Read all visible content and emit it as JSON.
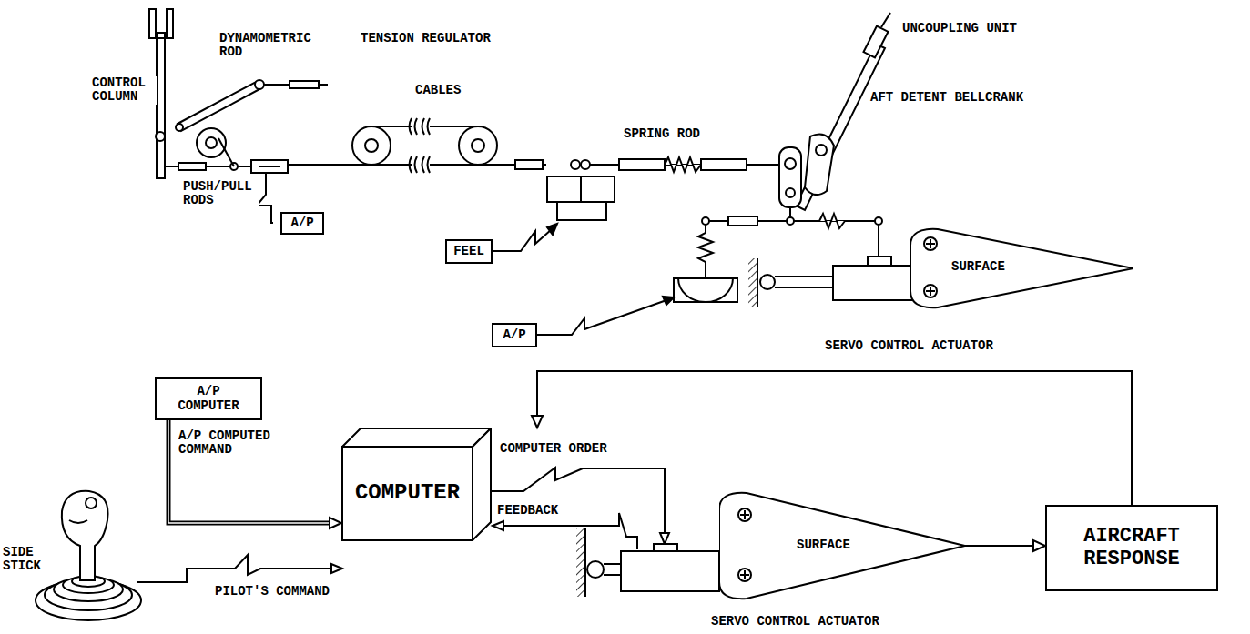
{
  "diagram": {
    "nodes": [
      {
        "text": [
          "A/P"
        ]
      },
      {
        "text": [
          "FEEL"
        ]
      },
      {
        "text": [
          "SURFACE"
        ]
      },
      {
        "text": [
          "A/P"
        ]
      },
      {
        "text": [
          "A/P COMPUTER"
        ]
      },
      {
        "text": [
          "COMPUTER"
        ]
      },
      {
        "text": [
          "SURFACE"
        ]
      },
      {
        "text": [
          "AIRCRAFT RESPONSE"
        ]
      }
    ],
    "edges": [
      {
        "from": 4,
        "to": 5,
        "label": "A/P COMPUTED COMMAND",
        "arrow": "to"
      },
      {
        "from": 6,
        "to": 7,
        "arrow": "to"
      },
      {
        "from": 7,
        "to": 5,
        "arrow": "to"
      }
    ],
    "labels": [
      "CONTROL COLUMN",
      "DYNAMOMETRIC ROD",
      "TENSION REGULATOR",
      "CABLES",
      "PUSH/PULL RODS",
      "SPRING ROD",
      "UNCOUPLING UNIT",
      "AFT DETENT BELLCRANK",
      "SERVO CONTROL ACTUATOR",
      "COMPUTER ORDER",
      "FEEDBACK",
      "SIDE STICK",
      "PILOT'S COMMAND",
      "SERVO CONTROL ACTUATOR"
    ]
  }
}
